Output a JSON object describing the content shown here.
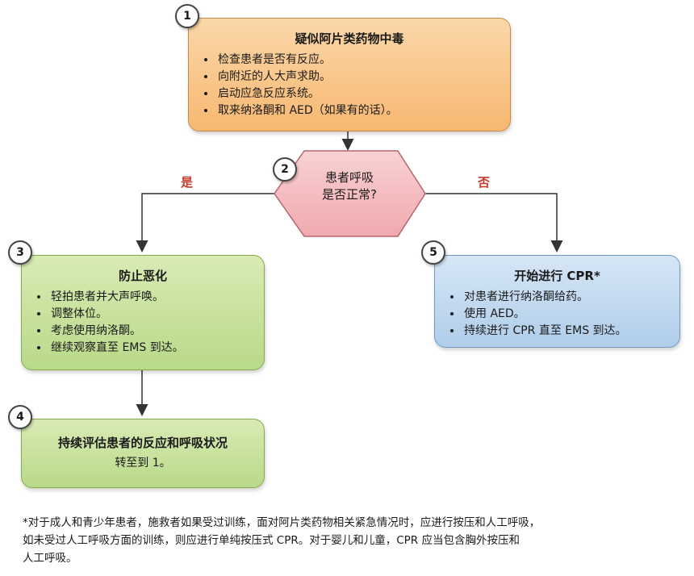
{
  "steps": {
    "s1": {
      "number": "1",
      "title": "疑似阿片类药物中毒",
      "items": [
        "检查患者是否有反应。",
        "向附近的人大声求助。",
        "启动应急反应系统。",
        "取来纳洛酮和 AED（如果有的话）。"
      ]
    },
    "s2": {
      "number": "2",
      "question_line1": "患者呼吸",
      "question_line2": "是否正常?"
    },
    "s3": {
      "number": "3",
      "title": "防止恶化",
      "items": [
        "轻拍患者并大声呼唤。",
        "调整体位。",
        "考虑使用纳洛酮。",
        "继续观察直至 EMS 到达。"
      ]
    },
    "s4": {
      "number": "4",
      "title": "持续评估患者的反应和呼吸状况",
      "subtitle": "转至到 1。"
    },
    "s5": {
      "number": "5",
      "title": "开始进行 CPR*",
      "items": [
        "对患者进行纳洛酮给药。",
        "使用 AED。",
        "持续进行 CPR 直至 EMS 到达。"
      ]
    }
  },
  "branches": {
    "yes": "是",
    "no": "否"
  },
  "footnote": {
    "line1": "*对于成人和青少年患者，施救者如果受过训练，面对阿片类药物相关紧急情况时，应进行按压和人工呼吸，",
    "line2": "如未受过人工呼吸方面的训练，则应进行单纯按压式 CPR。对于婴儿和儿童，CPR 应当包含胸外按压和",
    "line3": "人工呼吸。"
  },
  "colors": {
    "orange": "#f7b871",
    "red": "#f2b4b8",
    "green": "#b9d98a",
    "blue": "#b0cdea",
    "branch_text": "#c0392b"
  }
}
